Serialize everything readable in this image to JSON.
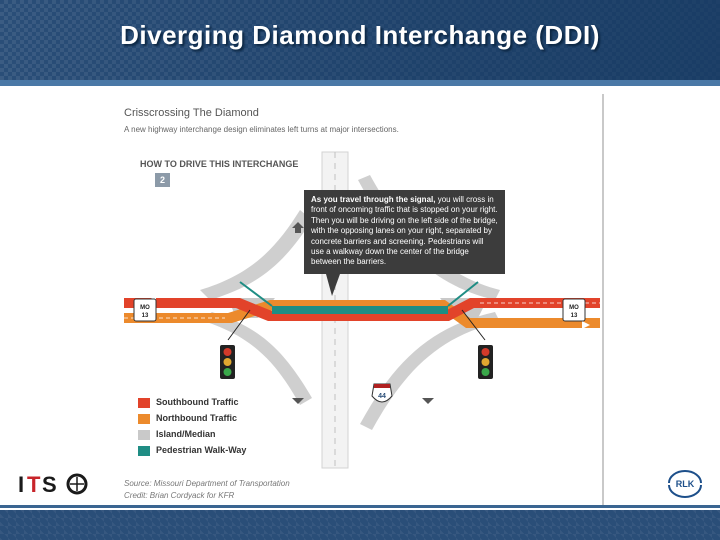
{
  "slide": {
    "title": "Diverging Diamond Interchange (DDI)"
  },
  "diagram": {
    "title": "Crisscrossing The Diamond",
    "subtitle": "A new highway interchange design eliminates left turns at major intersections.",
    "howto_heading": "HOW TO DRIVE THIS INTERCHANGE",
    "step_number": "2",
    "callout_bold": "As you travel through the signal,",
    "callout_text": " you will cross in front of oncoming traffic that is stopped on your right. Then you will be driving on the left side of the bridge, with the opposing lanes on your right, separated by concrete barriers and screening. Pedestrians will use a walkway down the center of the bridge between the barriers.",
    "route_shield_left": "MO 13",
    "route_shield_right": "MO 13",
    "interstate_shield": "44",
    "legend": [
      {
        "label": "Southbound Traffic",
        "color": "#e2432a"
      },
      {
        "label": "Northbound Traffic",
        "color": "#ec8a2c"
      },
      {
        "label": "Island/Median",
        "color": "#c9c9c9"
      },
      {
        "label": "Pedestrian Walk-Way",
        "color": "#1f8d84"
      }
    ],
    "source_line1": "Source: Missouri Department of Transportation",
    "source_line2": "Credit: Brian Cordyack for KFR"
  },
  "logos": {
    "left": "ITSO",
    "right": "RLK"
  },
  "colors": {
    "southbound": "#e2432a",
    "northbound": "#ec8a2c",
    "median": "#c9c9c9",
    "walkway": "#1f8d84",
    "header": "#2a4e78"
  }
}
